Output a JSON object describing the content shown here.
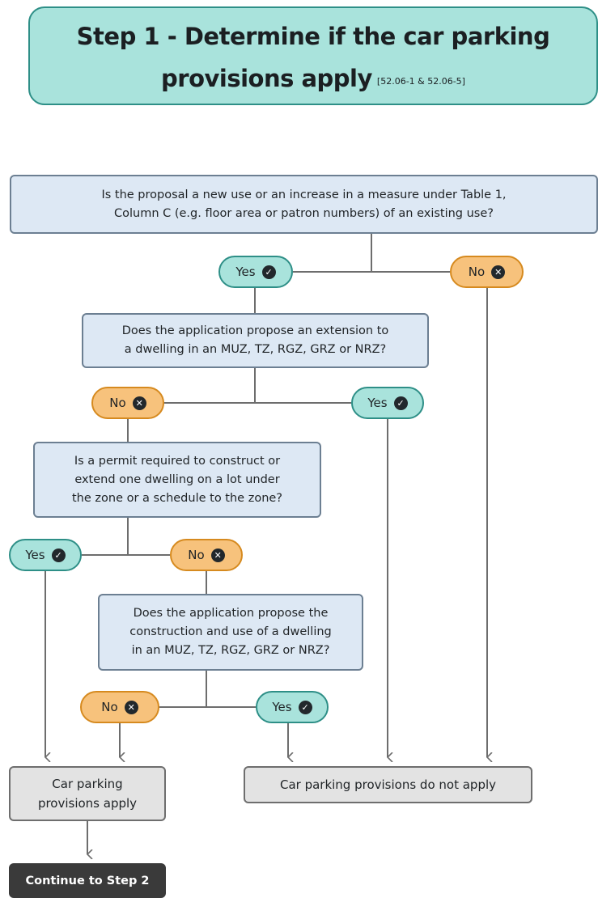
{
  "title": {
    "line1": "Step 1 - Determine if the car parking",
    "line2": "provisions apply",
    "reference": "[52.06-1 & 52.06-5]"
  },
  "questions": {
    "q1": {
      "line1": "Is the proposal a new use or an increase in a measure under Table 1,",
      "line2": "Column C (e.g. floor area or patron numbers) of an existing use?"
    },
    "q2": {
      "line1": "Does the application propose an extension to",
      "line2": "a dwelling in an MUZ, TZ, RGZ, GRZ or NRZ?"
    },
    "q3": {
      "line1": "Is a permit required to construct or",
      "line2": "extend one dwelling on a lot under",
      "line3": "the zone or a schedule to the zone?"
    },
    "q4": {
      "line1": "Does the application propose the",
      "line2": "construction and use of a dwelling",
      "line3": "in an MUZ, TZ, RGZ, GRZ or NRZ?"
    }
  },
  "answers": {
    "yes": "Yes",
    "no": "No",
    "yes_icon": "check-icon",
    "no_icon": "cross-icon"
  },
  "results": {
    "apply_line1": "Car parking",
    "apply_line2": "provisions apply",
    "not_apply": "Car parking provisions do not apply"
  },
  "continue_button": "Continue to Step 2",
  "colors": {
    "title_bg": "#a9e3dc",
    "question_bg": "#dde8f4",
    "yes_bg": "#a9e3dc",
    "no_bg": "#f7c27c",
    "result_bg": "#e3e3e3",
    "button_bg": "#3a3a3a"
  }
}
